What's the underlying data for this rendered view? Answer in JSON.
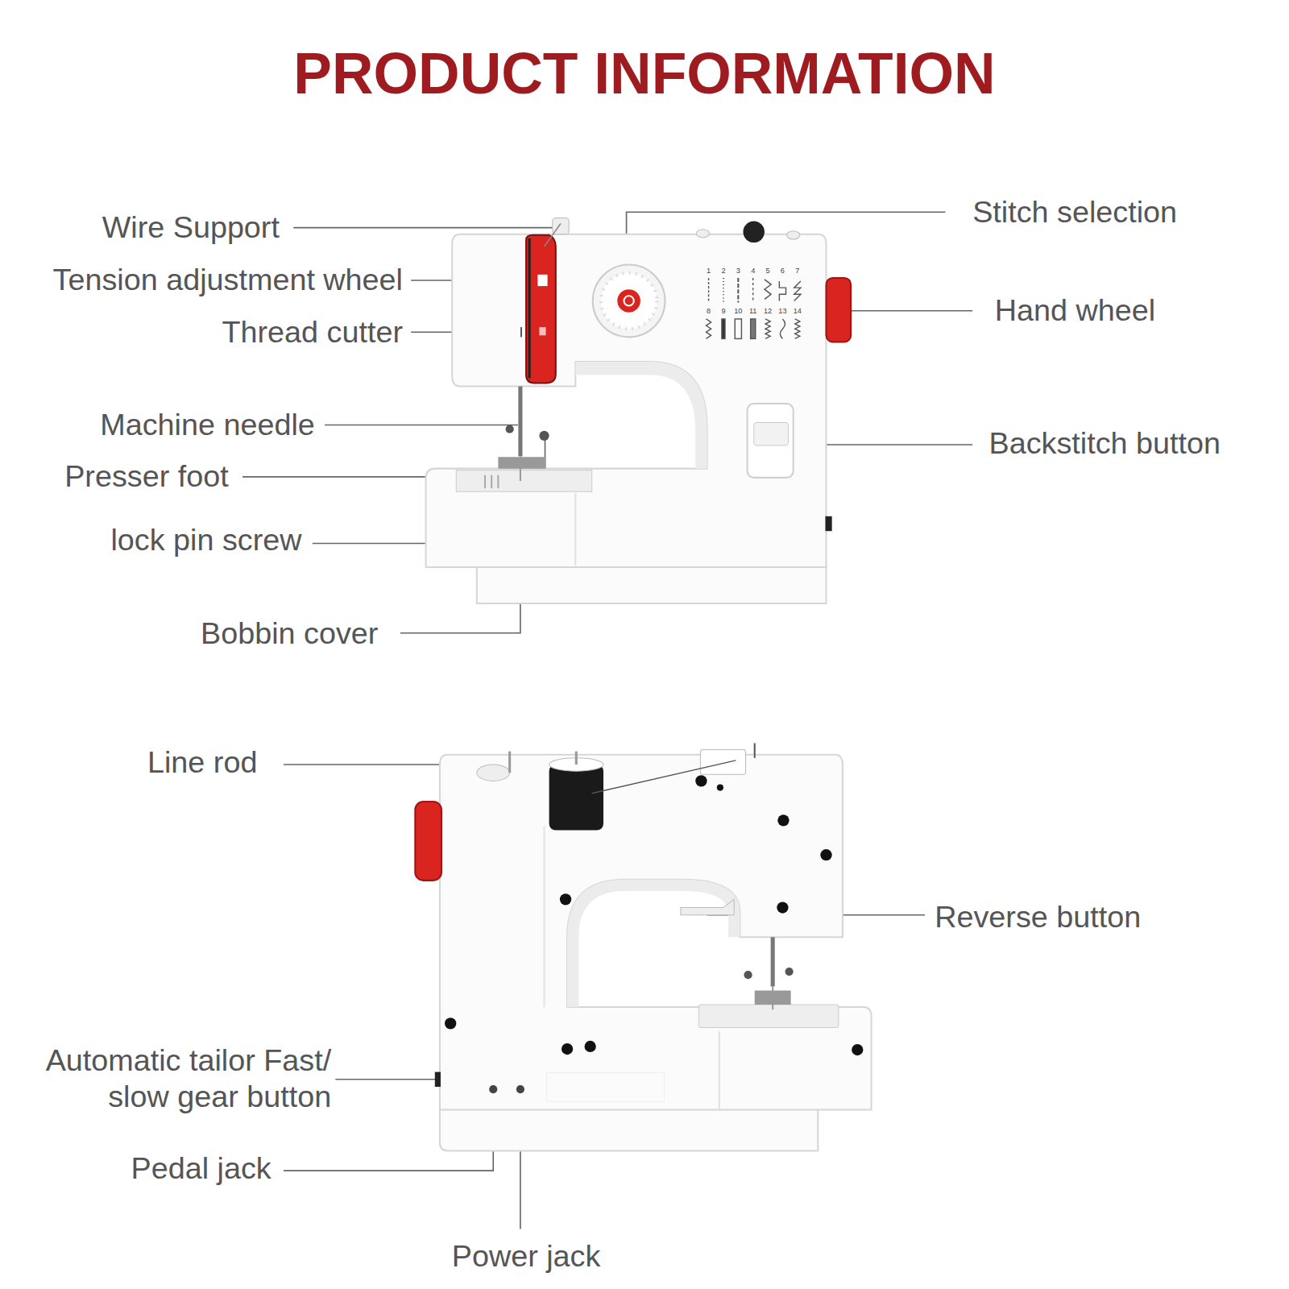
{
  "diagram": {
    "title": "PRODUCT INFORMATION",
    "labels": [
      "Wire Support",
      "Tension adjustment wheel",
      "Thread cutter",
      "Machine needle",
      "Presser foot",
      "lock pin screw",
      "Bobbin cover",
      "Stitch selection",
      "Hand wheel",
      "Backstitch button",
      "Line rod",
      "Reverse button",
      "Automatic tailor Fast/ slow gear button",
      "Pedal jack",
      "Power jack",
      "1",
      "2",
      "3",
      "4",
      "5",
      "6",
      "7",
      "8",
      "9",
      "10",
      "11",
      "12",
      "13",
      "14"
    ]
  }
}
